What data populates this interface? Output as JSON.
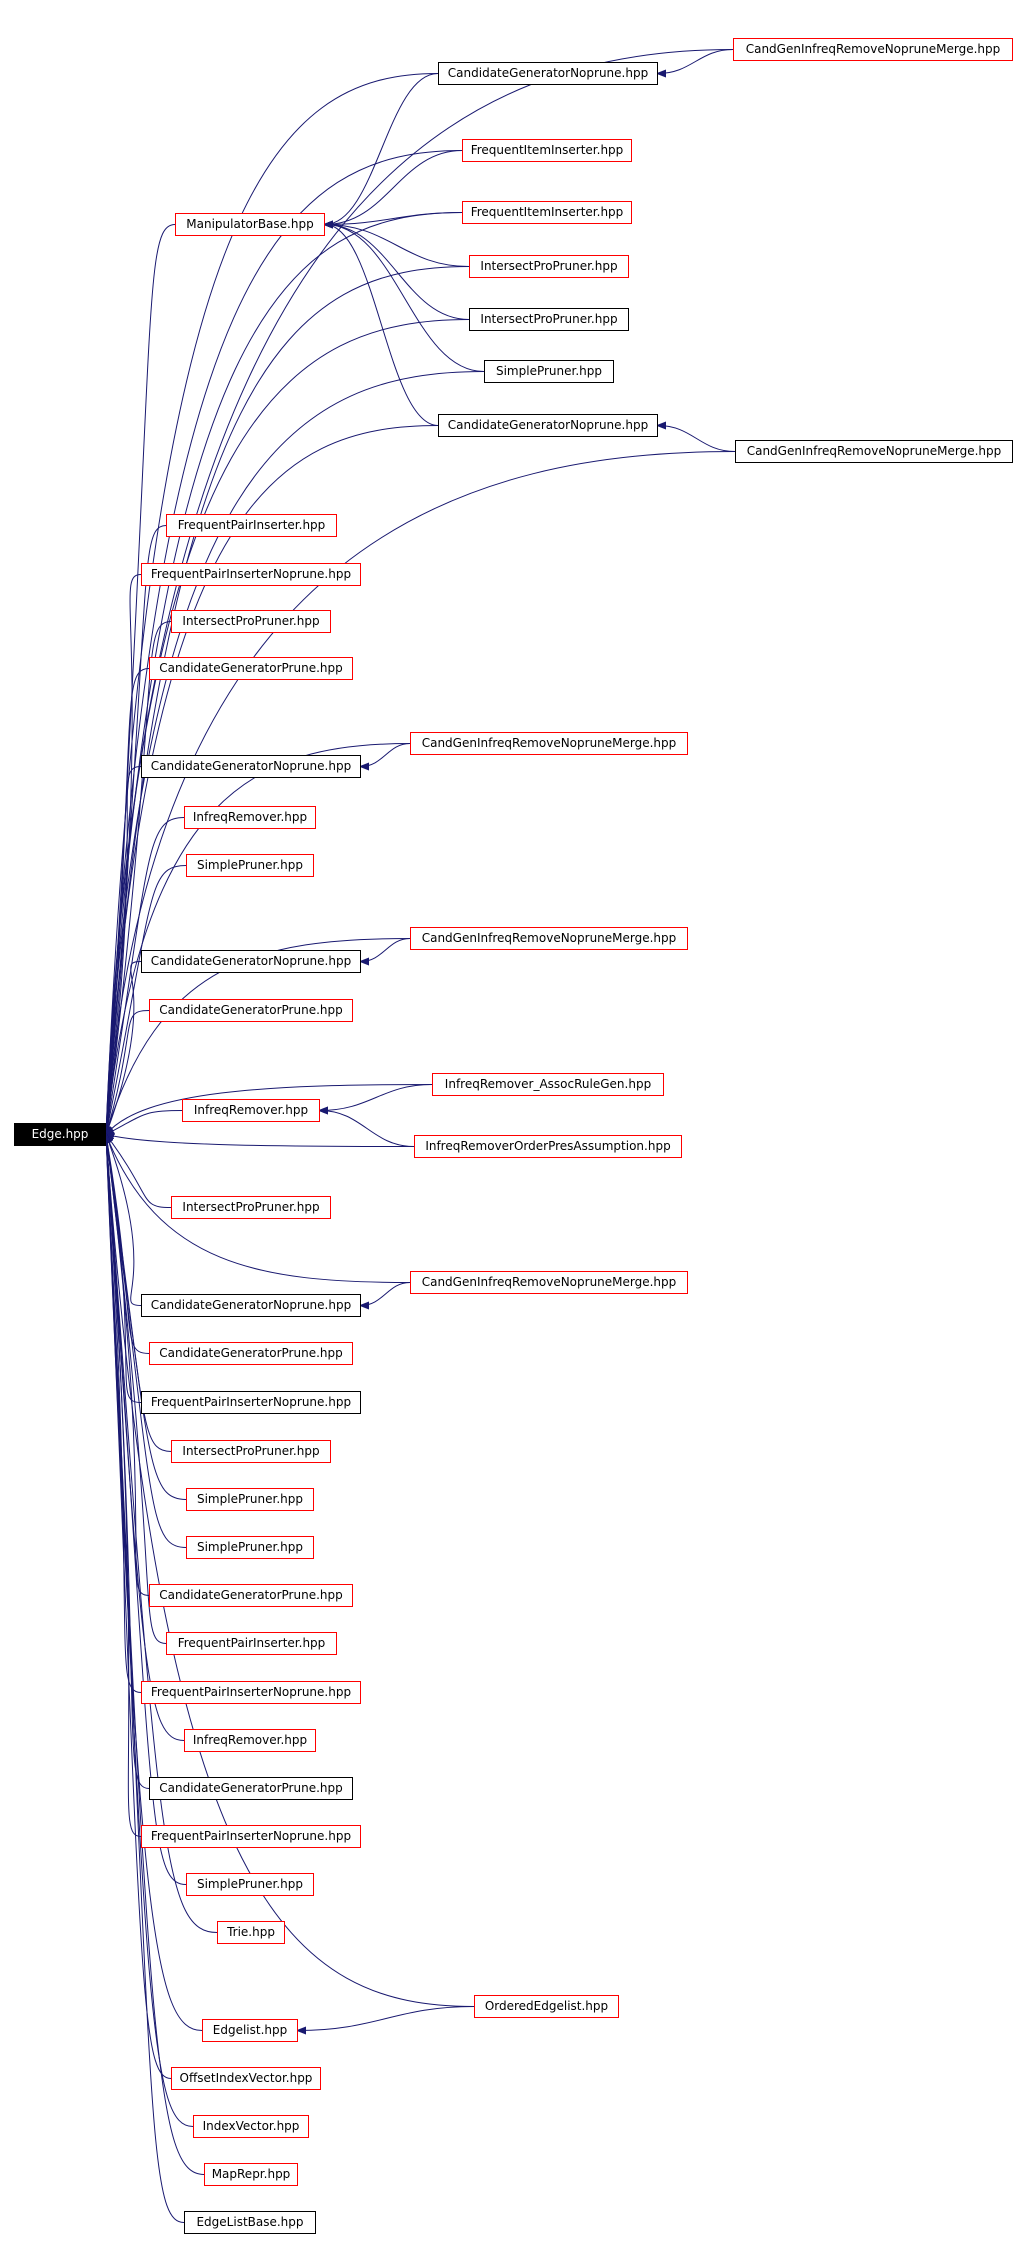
{
  "graph": {
    "edge_color": "#191970",
    "box_color_linked": "#ff0000",
    "box_color_unlinked": "#000000",
    "root": "Edge.hpp",
    "nodes": [
      {
        "id": "root",
        "label": "Edge.hpp",
        "style": "root"
      },
      {
        "id": "n1",
        "label": "CandGenInfreqRemoveNopruneMerge.hpp",
        "style": "red"
      },
      {
        "id": "n2",
        "label": "CandidateGeneratorNoprune.hpp",
        "style": "black"
      },
      {
        "id": "n3",
        "label": "FrequentItemInserter.hpp",
        "style": "red"
      },
      {
        "id": "n4",
        "label": "FrequentItemInserter.hpp",
        "style": "red"
      },
      {
        "id": "n5",
        "label": "ManipulatorBase.hpp",
        "style": "red"
      },
      {
        "id": "n6",
        "label": "IntersectProPruner.hpp",
        "style": "red"
      },
      {
        "id": "n7",
        "label": "IntersectProPruner.hpp",
        "style": "black"
      },
      {
        "id": "n8",
        "label": "SimplePruner.hpp",
        "style": "black"
      },
      {
        "id": "n9",
        "label": "CandidateGeneratorNoprune.hpp",
        "style": "black"
      },
      {
        "id": "n10",
        "label": "CandGenInfreqRemoveNopruneMerge.hpp",
        "style": "black"
      },
      {
        "id": "n11",
        "label": "FrequentPairInserter.hpp",
        "style": "red"
      },
      {
        "id": "n12",
        "label": "FrequentPairInserterNoprune.hpp",
        "style": "red"
      },
      {
        "id": "n13",
        "label": "IntersectProPruner.hpp",
        "style": "red"
      },
      {
        "id": "n14",
        "label": "CandidateGeneratorPrune.hpp",
        "style": "red"
      },
      {
        "id": "n15",
        "label": "CandGenInfreqRemoveNopruneMerge.hpp",
        "style": "red"
      },
      {
        "id": "n16",
        "label": "CandidateGeneratorNoprune.hpp",
        "style": "black"
      },
      {
        "id": "n17",
        "label": "InfreqRemover.hpp",
        "style": "red"
      },
      {
        "id": "n18",
        "label": "SimplePruner.hpp",
        "style": "red"
      },
      {
        "id": "n19",
        "label": "CandGenInfreqRemoveNopruneMerge.hpp",
        "style": "red"
      },
      {
        "id": "n20",
        "label": "CandidateGeneratorNoprune.hpp",
        "style": "black"
      },
      {
        "id": "n21",
        "label": "CandidateGeneratorPrune.hpp",
        "style": "red"
      },
      {
        "id": "n22",
        "label": "InfreqRemover_AssocRuleGen.hpp",
        "style": "red"
      },
      {
        "id": "n23",
        "label": "InfreqRemover.hpp",
        "style": "red"
      },
      {
        "id": "n24",
        "label": "InfreqRemoverOrderPresAssumption.hpp",
        "style": "red"
      },
      {
        "id": "n25",
        "label": "IntersectProPruner.hpp",
        "style": "red"
      },
      {
        "id": "n26",
        "label": "CandGenInfreqRemoveNopruneMerge.hpp",
        "style": "red"
      },
      {
        "id": "n27",
        "label": "CandidateGeneratorNoprune.hpp",
        "style": "black"
      },
      {
        "id": "n28",
        "label": "CandidateGeneratorPrune.hpp",
        "style": "red"
      },
      {
        "id": "n29",
        "label": "FrequentPairInserterNoprune.hpp",
        "style": "black"
      },
      {
        "id": "n30",
        "label": "IntersectProPruner.hpp",
        "style": "red"
      },
      {
        "id": "n31",
        "label": "SimplePruner.hpp",
        "style": "red"
      },
      {
        "id": "n32",
        "label": "SimplePruner.hpp",
        "style": "red"
      },
      {
        "id": "n33",
        "label": "CandidateGeneratorPrune.hpp",
        "style": "red"
      },
      {
        "id": "n34",
        "label": "FrequentPairInserter.hpp",
        "style": "red"
      },
      {
        "id": "n35",
        "label": "FrequentPairInserterNoprune.hpp",
        "style": "red"
      },
      {
        "id": "n36",
        "label": "InfreqRemover.hpp",
        "style": "red"
      },
      {
        "id": "n37",
        "label": "CandidateGeneratorPrune.hpp",
        "style": "black"
      },
      {
        "id": "n38",
        "label": "FrequentPairInserterNoprune.hpp",
        "style": "red"
      },
      {
        "id": "n39",
        "label": "SimplePruner.hpp",
        "style": "red"
      },
      {
        "id": "n40",
        "label": "Trie.hpp",
        "style": "red"
      },
      {
        "id": "n41",
        "label": "OrderedEdgelist.hpp",
        "style": "red"
      },
      {
        "id": "n42",
        "label": "Edgelist.hpp",
        "style": "red"
      },
      {
        "id": "n43",
        "label": "OffsetIndexVector.hpp",
        "style": "red"
      },
      {
        "id": "n44",
        "label": "IndexVector.hpp",
        "style": "red"
      },
      {
        "id": "n45",
        "label": "MapRepr.hpp",
        "style": "red"
      },
      {
        "id": "n46",
        "label": "EdgeListBase.hpp",
        "style": "black"
      }
    ],
    "edges": [
      [
        "n1",
        "n2"
      ],
      [
        "n2",
        "n5"
      ],
      [
        "n3",
        "n5"
      ],
      [
        "n4",
        "n5"
      ],
      [
        "n6",
        "n5"
      ],
      [
        "n7",
        "n5"
      ],
      [
        "n8",
        "n5"
      ],
      [
        "n9",
        "n5"
      ],
      [
        "n10",
        "n9"
      ],
      [
        "n15",
        "n16"
      ],
      [
        "n19",
        "n20"
      ],
      [
        "n22",
        "n23"
      ],
      [
        "n24",
        "n23"
      ],
      [
        "n26",
        "n27"
      ],
      [
        "n41",
        "n42"
      ],
      [
        "n1",
        "root"
      ],
      [
        "n2",
        "root"
      ],
      [
        "n3",
        "root"
      ],
      [
        "n4",
        "root"
      ],
      [
        "n5",
        "root"
      ],
      [
        "n6",
        "root"
      ],
      [
        "n7",
        "root"
      ],
      [
        "n8",
        "root"
      ],
      [
        "n9",
        "root"
      ],
      [
        "n10",
        "root"
      ],
      [
        "n11",
        "root"
      ],
      [
        "n12",
        "root"
      ],
      [
        "n13",
        "root"
      ],
      [
        "n14",
        "root"
      ],
      [
        "n15",
        "root"
      ],
      [
        "n16",
        "root"
      ],
      [
        "n17",
        "root"
      ],
      [
        "n18",
        "root"
      ],
      [
        "n19",
        "root"
      ],
      [
        "n20",
        "root"
      ],
      [
        "n21",
        "root"
      ],
      [
        "n22",
        "root"
      ],
      [
        "n23",
        "root"
      ],
      [
        "n24",
        "root"
      ],
      [
        "n25",
        "root"
      ],
      [
        "n26",
        "root"
      ],
      [
        "n27",
        "root"
      ],
      [
        "n28",
        "root"
      ],
      [
        "n29",
        "root"
      ],
      [
        "n30",
        "root"
      ],
      [
        "n31",
        "root"
      ],
      [
        "n32",
        "root"
      ],
      [
        "n33",
        "root"
      ],
      [
        "n34",
        "root"
      ],
      [
        "n35",
        "root"
      ],
      [
        "n36",
        "root"
      ],
      [
        "n37",
        "root"
      ],
      [
        "n38",
        "root"
      ],
      [
        "n39",
        "root"
      ],
      [
        "n40",
        "root"
      ],
      [
        "n41",
        "root"
      ],
      [
        "n42",
        "root"
      ],
      [
        "n43",
        "root"
      ],
      [
        "n44",
        "root"
      ],
      [
        "n45",
        "root"
      ],
      [
        "n46",
        "root"
      ]
    ]
  }
}
